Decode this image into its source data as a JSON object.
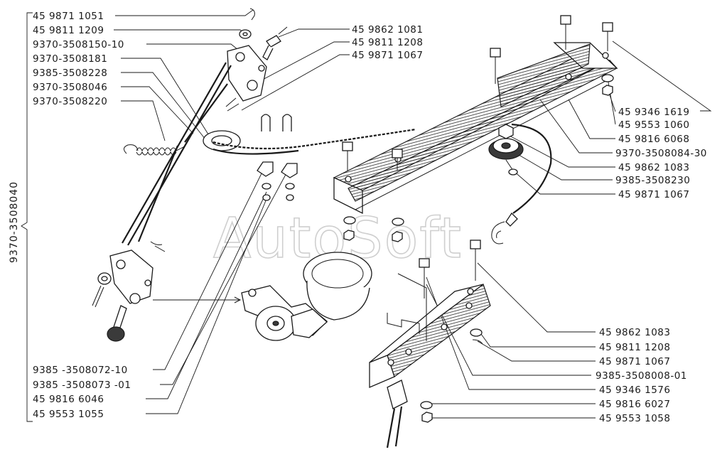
{
  "watermark": "AutoSoft",
  "assembly": {
    "number": "9370-3508040"
  },
  "left_labels": [
    "45 9871 1051",
    "45 9811 1209",
    "9370-3508150-10",
    "9370-3508181",
    "9385-3508228",
    "9370-3508046",
    "9370-3508220"
  ],
  "top_center_labels": [
    "45 9862 1081",
    "45 9811 1208",
    "45 9871 1067"
  ],
  "right_upper_labels": [
    "45 9346 1619",
    "45 9553 1060",
    "45 9816 6068",
    "9370-3508084-30",
    "45 9862 1083",
    "9385-3508230",
    "45 9871 1067"
  ],
  "bottom_left_labels": [
    "9385 -3508072-10",
    "9385 -3508073 -01",
    "45 9816 6046",
    "45 9553 1055"
  ],
  "right_lower_labels": [
    "45 9862 1083",
    "45 9811 1208",
    "45 9871 1067",
    "9385-3508008-01",
    "45 9346 1576",
    "45 9816 6027",
    "45 9553 1058"
  ]
}
